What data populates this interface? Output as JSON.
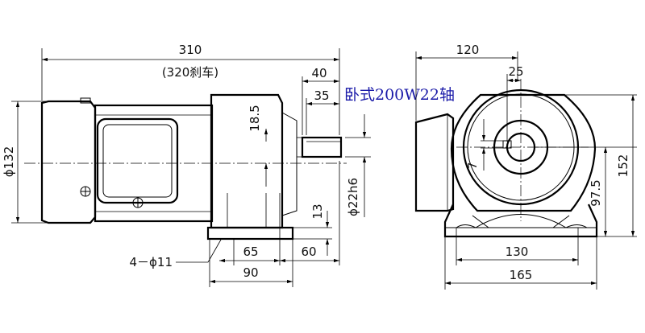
{
  "title": "卧式200W22轴",
  "side_view": {
    "overall_length": "310",
    "overall_length_brake": "(320刹车)",
    "shaft_extension": "40",
    "key_length": "35",
    "key_height": "18.5",
    "motor_diameter": "ϕ132",
    "shaft_diameter": "ϕ22h6",
    "foot_thickness": "13",
    "hole_spacing_x": "65",
    "foot_to_shaft": "60",
    "foot_length": "90",
    "mount_holes": "4－ϕ11"
  },
  "front_view": {
    "width_top": "120",
    "shaft_offset": "25",
    "key_width": "7",
    "center_height": "97.5",
    "total_height": "152",
    "hole_spacing_y": "130",
    "base_width": "165"
  }
}
